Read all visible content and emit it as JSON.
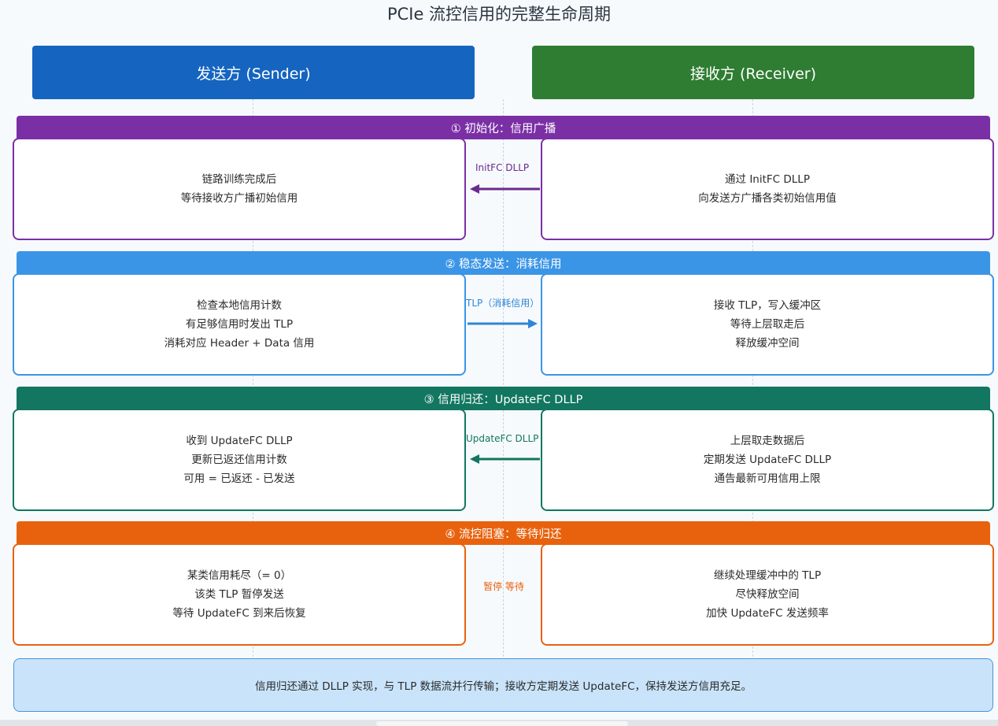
{
  "title": "PCIe 流控信用的完整生命周期",
  "lanes": {
    "sender": "发送方 (Sender)",
    "receiver": "接收方 (Receiver)"
  },
  "colors": {
    "sender": "#1565c0",
    "receiver": "#2e7d32",
    "phase1": "#7b2fa5",
    "phase2": "#3b95e6",
    "phase3": "#127660",
    "phase4": "#e8620d",
    "footer_bg": "#c9e4fa"
  },
  "phases": [
    {
      "title": "① 初始化：信用广播",
      "left": [
        "链路训练完成后",
        "等待接收方广播初始信用"
      ],
      "right": [
        "通过 InitFC DLLP",
        "向发送方广播各类初始信用值"
      ],
      "message": "InitFC DLLP",
      "direction": "left"
    },
    {
      "title": "② 稳态发送：消耗信用",
      "left": [
        "检查本地信用计数",
        "有足够信用时发出 TLP",
        "消耗对应 Header + Data 信用"
      ],
      "right": [
        "接收 TLP，写入缓冲区",
        "等待上层取走后",
        "释放缓冲空间"
      ],
      "message": "TLP（消耗信用）",
      "direction": "right"
    },
    {
      "title": "③ 信用归还：UpdateFC DLLP",
      "left": [
        "收到 UpdateFC DLLP",
        "更新已返还信用计数",
        "可用 = 已返还 - 已发送"
      ],
      "right": [
        "上层取走数据后",
        "定期发送 UpdateFC DLLP",
        "通告最新可用信用上限"
      ],
      "message": "UpdateFC DLLP",
      "direction": "left"
    },
    {
      "title": "④ 流控阻塞：等待归还",
      "left": [
        "某类信用耗尽（= 0）",
        "该类 TLP 暂停发送",
        "等待 UpdateFC 到来后恢复"
      ],
      "right": [
        "继续处理缓冲中的 TLP",
        "尽快释放空间",
        "加快 UpdateFC 发送频率"
      ],
      "message": [
        "暂停",
        "等待"
      ],
      "direction": "none"
    }
  ],
  "footer": "信用归还通过 DLLP 实现，与 TLP 数据流并行传输；接收方定期发送 UpdateFC，保持发送方信用充足。"
}
